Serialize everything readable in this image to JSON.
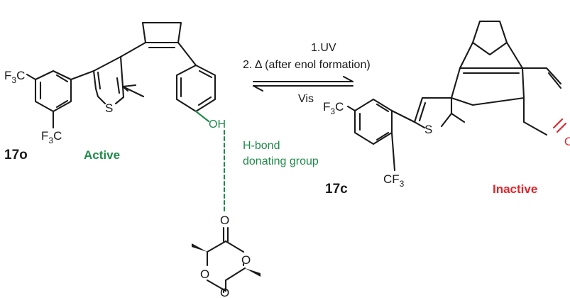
{
  "reaction": {
    "step1": "1.UV",
    "step2": "2. Δ (after enol formation)",
    "reverse": "Vis"
  },
  "left": {
    "label": "17o",
    "state": "Active",
    "oh": "OH",
    "cf3": "F",
    "hbond_line1": "H-bond",
    "hbond_line2": "donating group"
  },
  "right": {
    "label": "17c",
    "state": "Inactive"
  },
  "atoms": {
    "S": "S",
    "O": "O",
    "F3C_main": "F",
    "sub3": "3",
    "C": "C",
    "CF_main": "CF"
  },
  "colors": {
    "active": "#1f8a4a",
    "inactive": "#e0252b",
    "ink": "#1a1a1a"
  }
}
